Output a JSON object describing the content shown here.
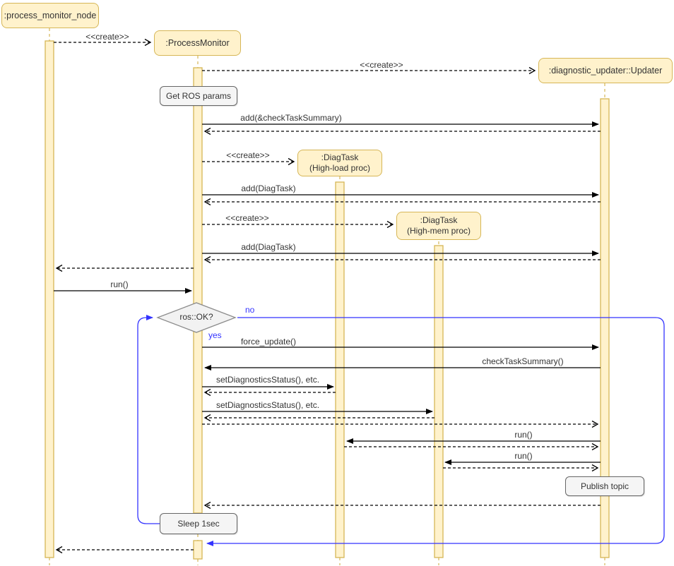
{
  "diagram_type": "uml-sequence-diagram",
  "actors": {
    "process_monitor_node": {
      "label": ":process_monitor_node"
    },
    "process_monitor": {
      "label": ":ProcessMonitor"
    },
    "updater": {
      "label": ":diagnostic_updater::Updater"
    },
    "diagtask_high_load": {
      "line1": ":DiagTask",
      "line2": "(High-load proc)"
    },
    "diagtask_high_mem": {
      "line1": ":DiagTask",
      "line2": "(High-mem proc)"
    }
  },
  "messages": {
    "create_process_monitor": "<<create>>",
    "create_updater": "<<create>>",
    "add_check_task_summary": "add(&checkTaskSummary)",
    "create_diagtask_high_load": "<<create>>",
    "add_diagtask_1": "add(DiagTask)",
    "create_diagtask_high_mem": "<<create>>",
    "add_diagtask_2": "add(DiagTask)",
    "run_main": "run()",
    "force_update": "force_update()",
    "check_task_summary": "checkTaskSummary()",
    "set_diagnostics_status_1": "setDiagnosticsStatus(), etc.",
    "set_diagnostics_status_2": "setDiagnosticsStatus(), etc.",
    "run_task_1": "run()",
    "run_task_2": "run()"
  },
  "notes": {
    "get_ros_params": "Get ROS params",
    "publish_topic": "Publish topic",
    "sleep": "Sleep 1sec"
  },
  "decision": {
    "condition": "ros::OK?",
    "yes_label": "yes",
    "no_label": "no"
  },
  "colors": {
    "background": "#FFFFFF",
    "box_fill": "#FFF2CC",
    "box_border": "#D6B656",
    "note_fill": "#F5F5F5",
    "note_border": "#666666",
    "decision_fill": "#F2F2F2",
    "decision_border": "#8C8C8C",
    "loop_color": "#3333FF",
    "arrow_color": "#000000",
    "text_color": "#333333"
  }
}
